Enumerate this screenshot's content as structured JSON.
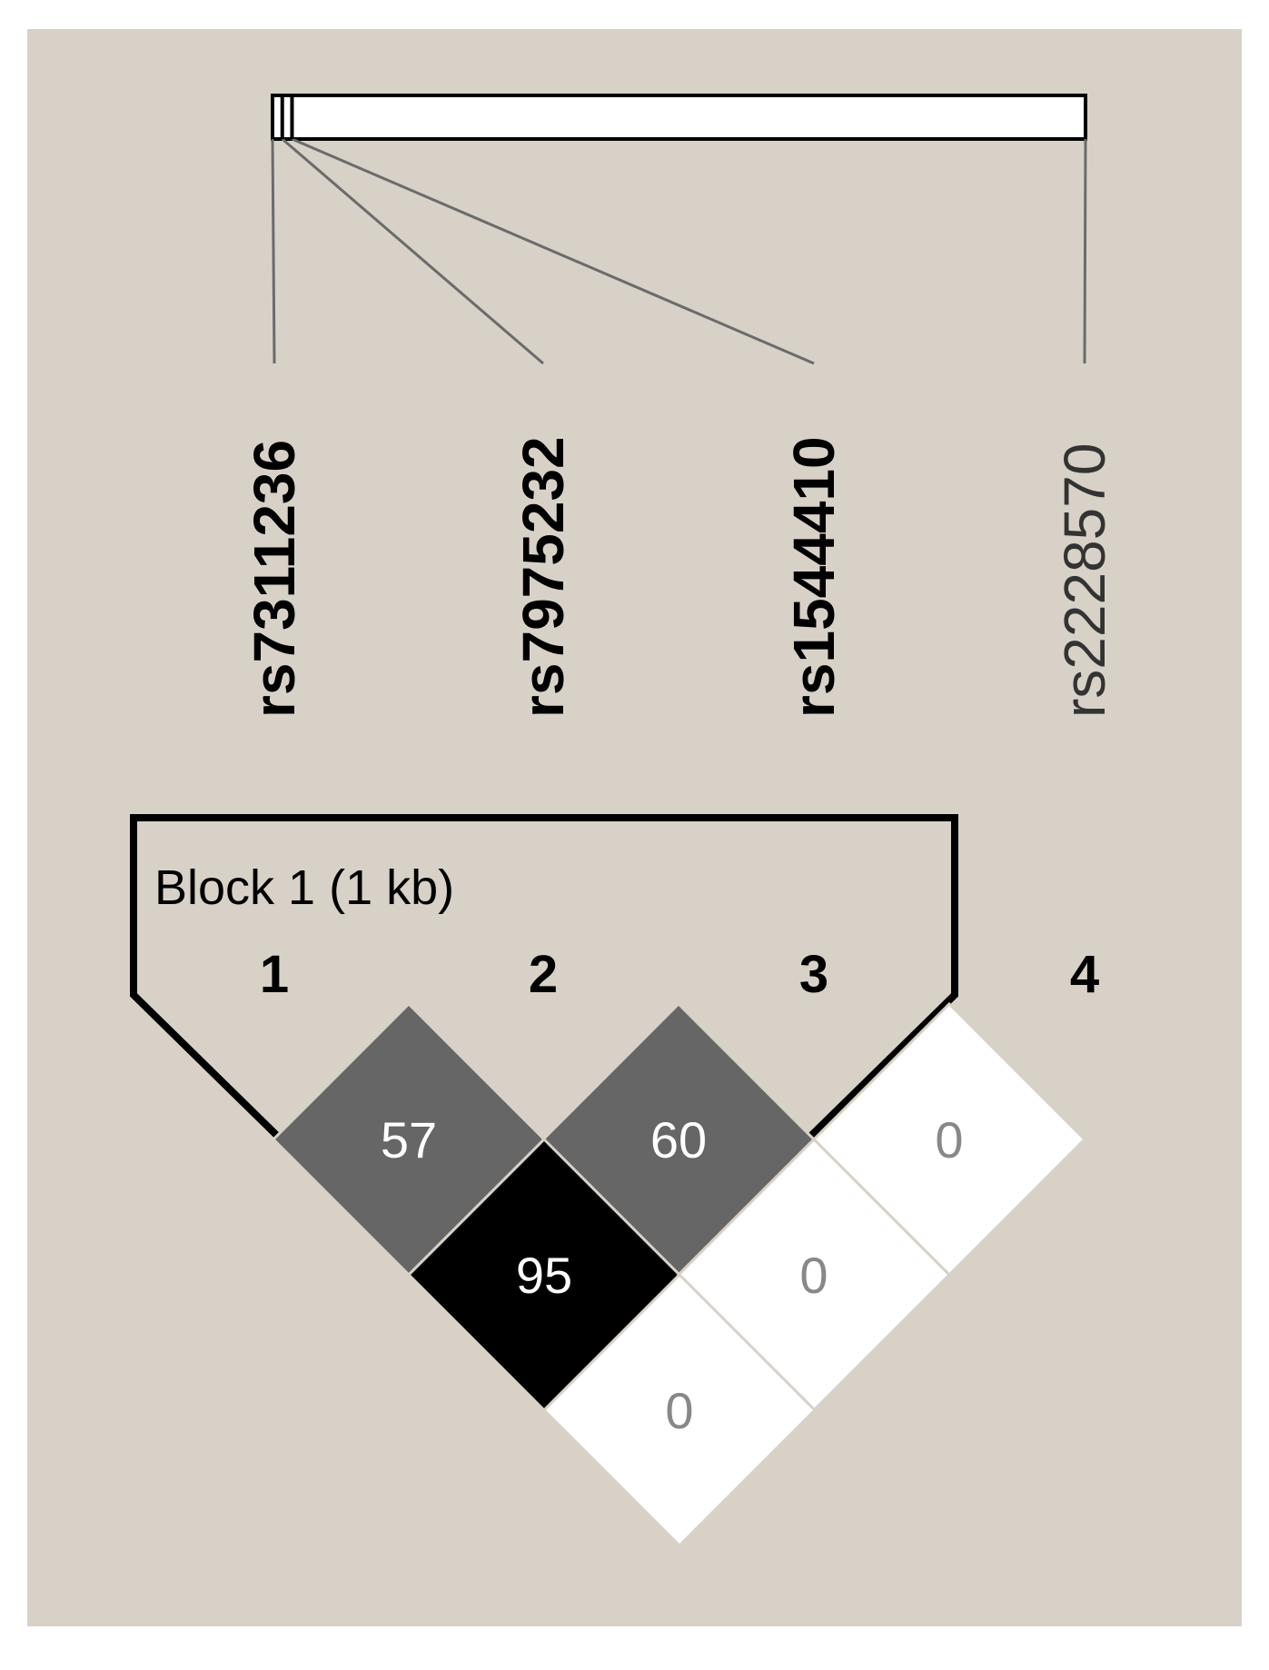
{
  "colors": {
    "background": "#d8d1c8",
    "frame": "#ffffff",
    "line": "#6b6b6b",
    "strong_ld": "#000000",
    "moderate_ld": "#666666",
    "no_ld": "#ffffff"
  },
  "block": {
    "label": "Block 1 (1 kb)",
    "first_marker": 1,
    "last_marker": 3
  },
  "markers": [
    {
      "index": 1,
      "number": "1",
      "name": "rs7311236",
      "in_block": true,
      "relative_position": 0.0
    },
    {
      "index": 2,
      "number": "2",
      "name": "rs7975232",
      "in_block": true,
      "relative_position": 0.012
    },
    {
      "index": 3,
      "number": "3",
      "name": "rs1544410",
      "in_block": true,
      "relative_position": 0.024
    },
    {
      "index": 4,
      "number": "4",
      "name": "rs2228570",
      "in_block": false,
      "relative_position": 1.0
    }
  ],
  "ld_cells": [
    {
      "pair": [
        1,
        2
      ],
      "value": "57",
      "color": "#666666",
      "text_color": "#ffffff"
    },
    {
      "pair": [
        2,
        3
      ],
      "value": "60",
      "color": "#666666",
      "text_color": "#ffffff"
    },
    {
      "pair": [
        3,
        4
      ],
      "value": "0",
      "color": "#ffffff",
      "text_color": "#888888"
    },
    {
      "pair": [
        1,
        3
      ],
      "value": "95",
      "color": "#000000",
      "text_color": "#ffffff"
    },
    {
      "pair": [
        2,
        4
      ],
      "value": "0",
      "color": "#ffffff",
      "text_color": "#888888"
    },
    {
      "pair": [
        1,
        4
      ],
      "value": "0",
      "color": "#ffffff",
      "text_color": "#888888"
    }
  ]
}
